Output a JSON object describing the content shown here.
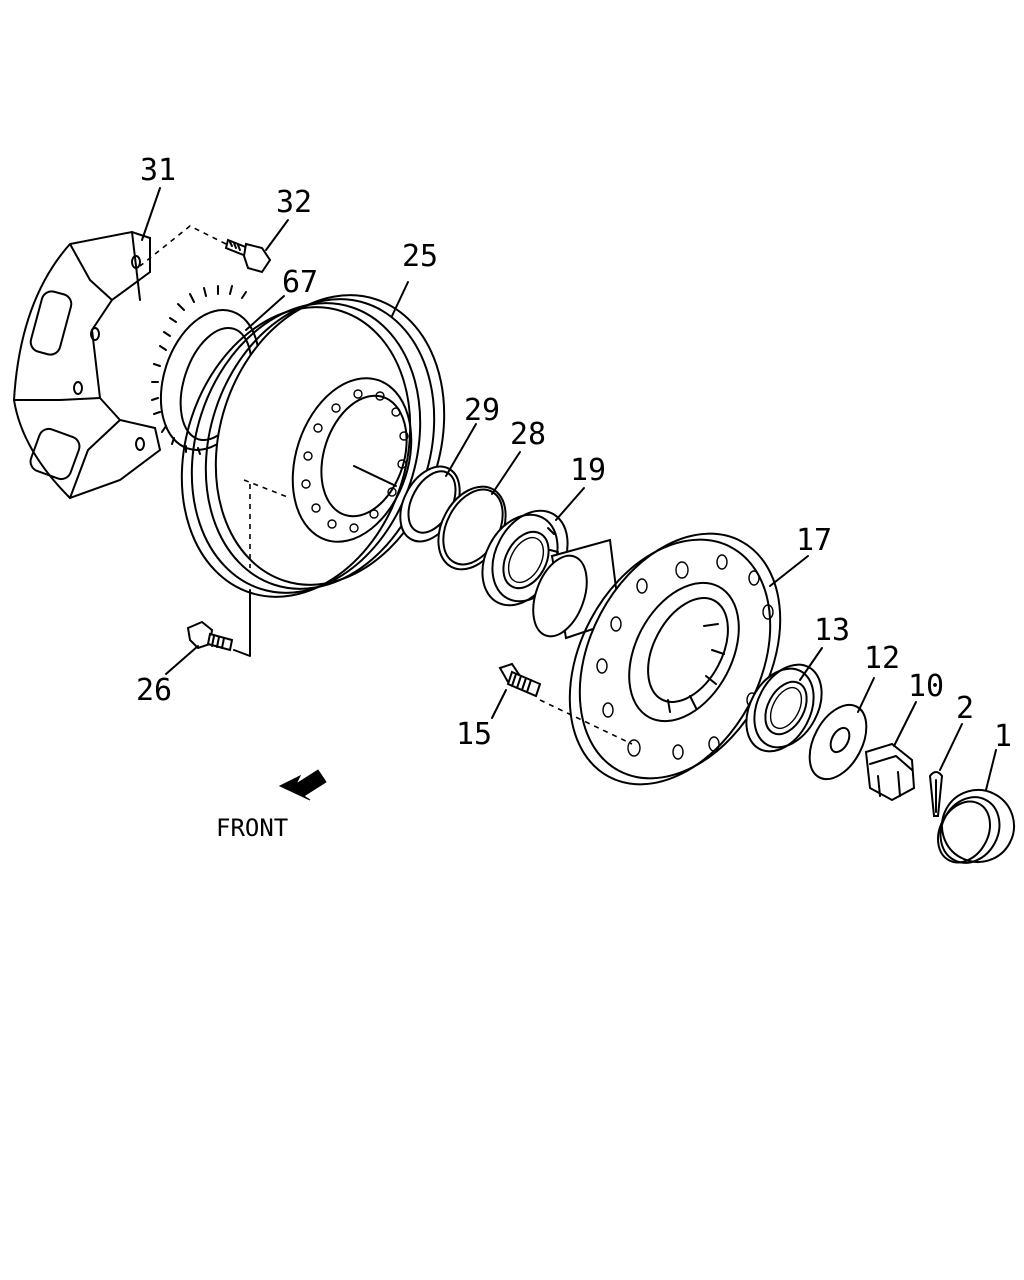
{
  "diagram": {
    "front_label": "FRONT",
    "callouts": [
      {
        "id": "31",
        "text": "31"
      },
      {
        "id": "32",
        "text": "32"
      },
      {
        "id": "67",
        "text": "67"
      },
      {
        "id": "25",
        "text": "25"
      },
      {
        "id": "29",
        "text": "29"
      },
      {
        "id": "28",
        "text": "28"
      },
      {
        "id": "19",
        "text": "19"
      },
      {
        "id": "17",
        "text": "17"
      },
      {
        "id": "13",
        "text": "13"
      },
      {
        "id": "12",
        "text": "12"
      },
      {
        "id": "10",
        "text": "10"
      },
      {
        "id": "2",
        "text": "2"
      },
      {
        "id": "1",
        "text": "1"
      },
      {
        "id": "15",
        "text": "15"
      },
      {
        "id": "26",
        "text": "26"
      }
    ]
  }
}
